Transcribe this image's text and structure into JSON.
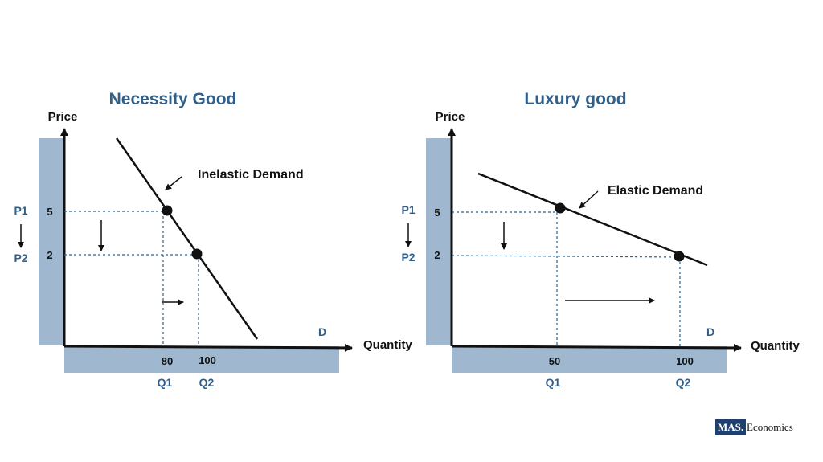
{
  "colors": {
    "band": "#9fb8cf",
    "title": "#2f5f8a",
    "guide": "#2f5f8a",
    "ink": "#111111"
  },
  "left": {
    "title": "Necessity Good",
    "y_axis_label": "Price",
    "x_axis_label": "Quantity",
    "curve_label": "Inelastic Demand",
    "demand_label": "D",
    "p1_label": "P1",
    "p2_label": "P2",
    "p1_value": "5",
    "p2_value": "2",
    "q1_label": "Q1",
    "q2_label": "Q2",
    "q1_value": "80",
    "q2_value": "100"
  },
  "right": {
    "title": "Luxury good",
    "y_axis_label": "Price",
    "x_axis_label": "Quantity",
    "curve_label": "Elastic Demand",
    "demand_label": "D",
    "p1_label": "P1",
    "p2_label": "P2",
    "p1_value": "5",
    "p2_value": "2",
    "q1_label": "Q1",
    "q2_label": "Q2",
    "q1_value": "50",
    "q2_value": "100"
  },
  "brand": {
    "box_text": "MAS.",
    "text": "Economics"
  }
}
